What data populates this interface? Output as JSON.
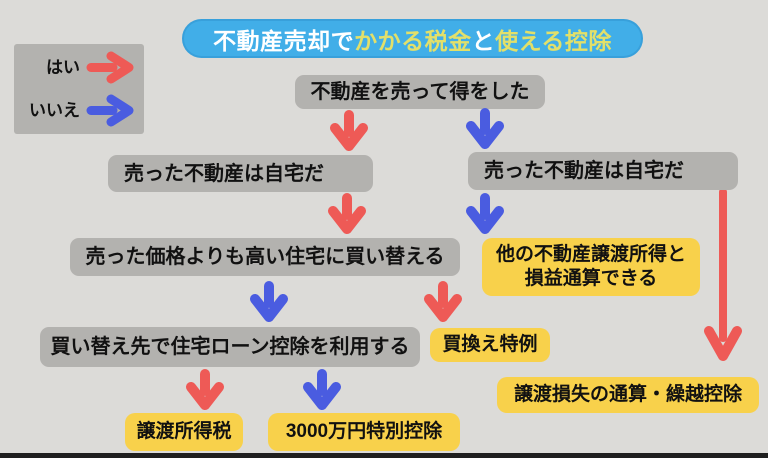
{
  "title": {
    "segments": [
      {
        "text": "不動産売却で",
        "color": "#ffffff"
      },
      {
        "text": "かかる税金",
        "color": "#e2e06a"
      },
      {
        "text": "と",
        "color": "#ffffff"
      },
      {
        "text": "使える控除",
        "color": "#e2e06a"
      }
    ]
  },
  "legend": {
    "yes_label": "はい",
    "no_label": "いいえ"
  },
  "nodes": {
    "start": "不動産を売って得をした",
    "sold_home_left": "売った不動産は自宅だ",
    "sold_home_right": "売った不動産は自宅だ",
    "buy_higher": "売った価格よりも高い住宅に買い替える",
    "offset_line1": "他の不動産譲渡所得と",
    "offset_line2": "損益通算できる",
    "loan_deduction": "買い替え先で住宅ローン控除を利用する",
    "replacement_special": "買換え特例",
    "transfer_income_tax": "譲渡所得税",
    "special_deduction_30m": "3000万円特別控除",
    "loss_offset_carryover": "譲渡損失の通算・繰越控除"
  },
  "colors": {
    "background": "#dcdbd8",
    "gray_box": "#b3b2af",
    "yellow_box": "#f8d14b",
    "yes_arrow_red": "#ee5a56",
    "no_arrow_blue": "#4a5ce0",
    "title_pill_blue": "#41aee8",
    "title_text_yellow": "#e2e06a",
    "text_black": "#111111"
  }
}
